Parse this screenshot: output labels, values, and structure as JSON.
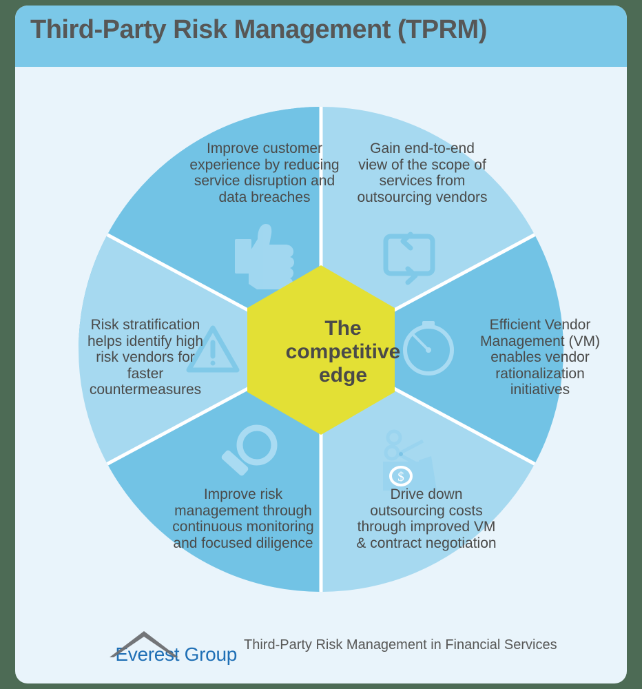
{
  "header": {
    "title": "Third-Party Risk Management (TPRM)"
  },
  "center": {
    "label": "The competitive edge",
    "color": "#e3e035"
  },
  "colors": {
    "page_background": "#4d6b55",
    "card_background": "#e9f4fb",
    "header_band": "#7bc8e8",
    "segment_dark": "#72c3e5",
    "segment_light": "#a6d9f0",
    "hexagon": "#e3e035",
    "text": "#4a4a49",
    "logo_blue": "#1f6fb5"
  },
  "wheel": {
    "segments": [
      {
        "id": "improve-customer-experience",
        "position": "top-left",
        "text": "Improve customer experience by reducing service disruption and data breaches",
        "fill": "#72c3e5",
        "icon": "thumbs-up-icon"
      },
      {
        "id": "gain-end-to-end-view",
        "position": "top-right",
        "text": "Gain end-to-end view of the scope of services from outsourcing vendors",
        "fill": "#a6d9f0",
        "icon": "repeat-cycle-icon"
      },
      {
        "id": "efficient-vendor-management",
        "position": "right",
        "text": "Efficient Vendor Management (VM) enables vendor rationalization initiatives",
        "fill": "#72c3e5",
        "icon": "stopwatch-icon"
      },
      {
        "id": "drive-down-outsourcing-costs",
        "position": "bottom-right",
        "text": "Drive down outsourcing costs through improved VM & contract negotiation",
        "fill": "#a6d9f0",
        "icon": "scissors-cutting-money-icon"
      },
      {
        "id": "improve-risk-management",
        "position": "bottom-left",
        "text": "Improve risk management through continuous monitoring and focused diligence",
        "fill": "#72c3e5",
        "icon": "magnifying-glass-icon"
      },
      {
        "id": "risk-stratification",
        "position": "left",
        "text": "Risk stratification helps identify high risk vendors for faster countermeasures",
        "fill": "#a6d9f0",
        "icon": "warning-triangle-icon"
      }
    ]
  },
  "footer": {
    "logo_text": "Everest Group",
    "caption": "Third-Party Risk Management in Financial Services"
  }
}
